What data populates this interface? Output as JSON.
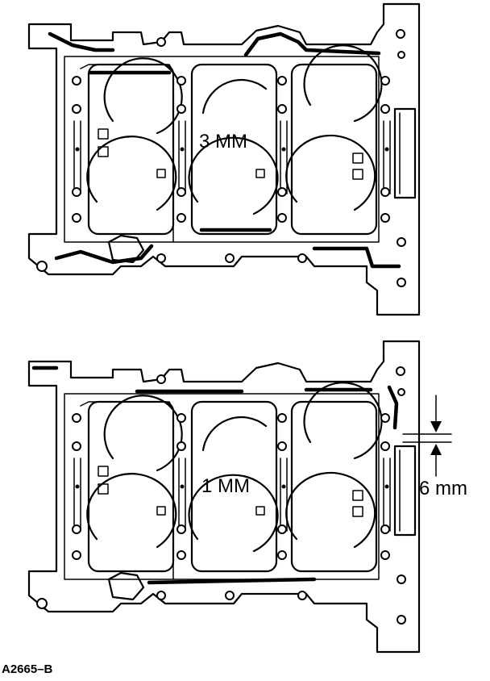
{
  "diagram": {
    "top_label": "3 MM",
    "bottom_label": "1 MM",
    "dimension_label": "6 mm",
    "figure_id": "A2665–B"
  }
}
